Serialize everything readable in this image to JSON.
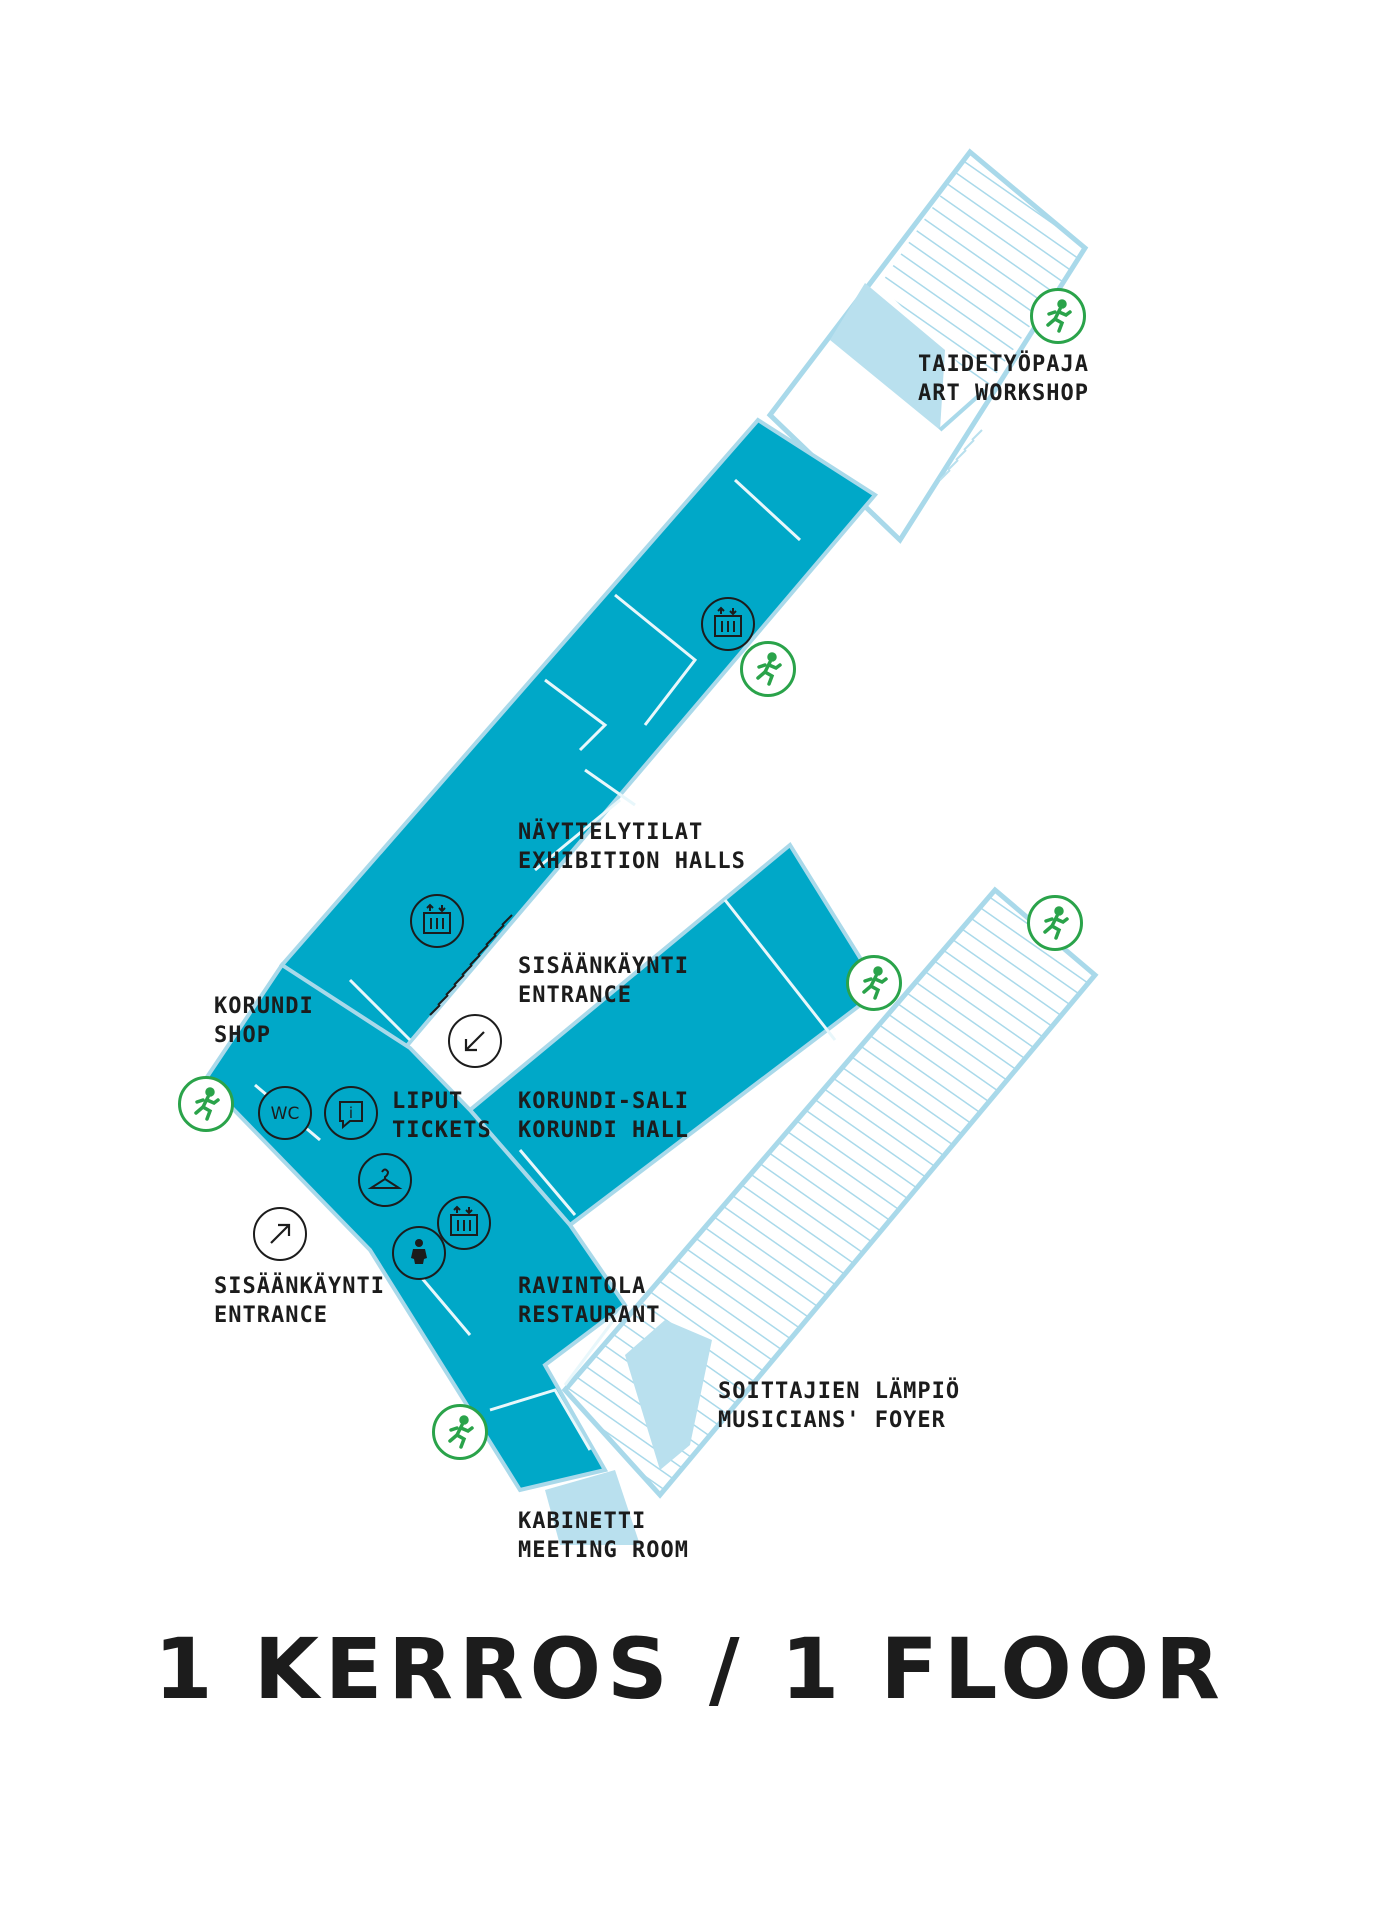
{
  "map": {
    "colors": {
      "public_area": "#00a8c8",
      "staff_area": "#b9e0ee",
      "outline": "#a9d9ea",
      "emergency_exit": "#2aa34a",
      "text": "#1c1c1c",
      "background": "#ffffff"
    },
    "labels": {
      "art_workshop": {
        "fi": "TAIDETYÖPAJA",
        "en": "ART WORKSHOP"
      },
      "exhibition_halls": {
        "fi": "NÄYTTELYTILAT",
        "en": "EXHIBITION HALLS"
      },
      "entrance_upper": {
        "fi": "SISÄÄNKÄYNTI",
        "en": "ENTRANCE"
      },
      "korundi_shop": {
        "fi": "KORUNDI",
        "en": "SHOP"
      },
      "tickets": {
        "fi": "LIPUT",
        "en": "TICKETS"
      },
      "korundi_hall": {
        "fi": "KORUNDI-SALI",
        "en": "KORUNDI HALL"
      },
      "entrance_lower": {
        "fi": "SISÄÄNKÄYNTI",
        "en": "ENTRANCE"
      },
      "restaurant": {
        "fi": "RAVINTOLA",
        "en": "RESTAURANT"
      },
      "musicians_foyer": {
        "fi": "SOITTAJIEN LÄMPIÖ",
        "en": "MUSICIANS' FOYER"
      },
      "meeting_room": {
        "fi": "KABINETTI",
        "en": "MEETING ROOM"
      }
    },
    "icons": {
      "wc": "WC",
      "info": "i",
      "emergency_exit": "emergency-exit-icon",
      "elevator": "elevator-icon",
      "cloakroom": "cloakroom-icon",
      "baby_care": "baby-changing-icon",
      "entrance_arrow": "entrance-arrow-icon"
    },
    "floor_title": "1 KERROS / 1 FLOOR"
  }
}
